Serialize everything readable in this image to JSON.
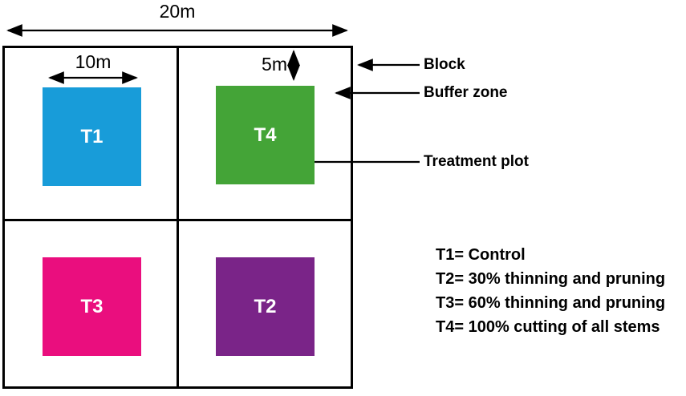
{
  "dimensions": {
    "block_width": "20m",
    "plot_width": "10m",
    "buffer_height": "5m"
  },
  "plots": {
    "t1": {
      "label": "T1",
      "color": "#189CD9"
    },
    "t2": {
      "label": "T2",
      "color": "#7A2488"
    },
    "t3": {
      "label": "T3",
      "color": "#EA0E7E"
    },
    "t4": {
      "label": "T4",
      "color": "#44A437"
    }
  },
  "annotations": {
    "block": "Block",
    "buffer_zone": "Buffer zone",
    "treatment_plot": "Treatment plot"
  },
  "legend": {
    "items": [
      "T1= Control",
      "T2= 30% thinning and pruning",
      "T3= 60% thinning and pruning",
      "T4= 100% cutting of all stems"
    ]
  },
  "colors": {
    "line": "#000000",
    "background": "#ffffff",
    "plot_text": "#ffffff"
  }
}
